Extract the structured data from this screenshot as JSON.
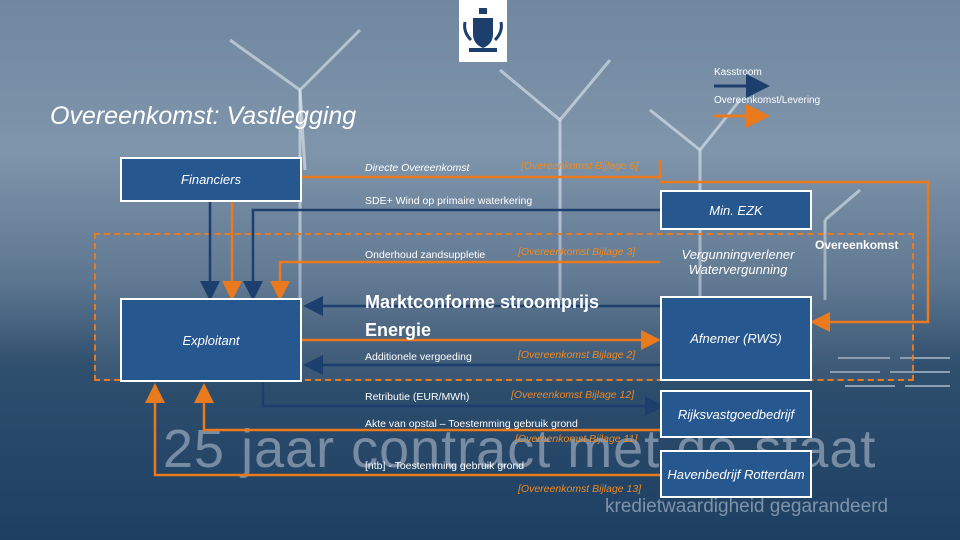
{
  "legend": {
    "kasstroom": "Kasstroom",
    "levering": "Overeenkomst/Levering",
    "kasstroom_color": "#1c3f6e",
    "levering_color": "#e97a1e"
  },
  "title": "Overeenkomst: Vastlegging",
  "watermark": {
    "line1": "25 jaar contract met de staat",
    "line2": "kredietwaardigheid gegarandeerd"
  },
  "nodes": {
    "financiers": "Financiers",
    "exploitant": "Exploitant",
    "min_ezk": "Min. EZK",
    "vergunningverlener": "Vergunningverlener Watervergunning",
    "afnemer": "Afnemer (RWS)",
    "rijksvastgoedbedrijf": "Rijksvastgoedbedrijf",
    "havenbedrijf": "Havenbedrijf Rotterdam",
    "overeenkomst_side": "Overeenkomst"
  },
  "flows": {
    "directe": "Directe Overeenkomst",
    "directe_ref": "[Overeenkomst Bijlage 6]",
    "sde": "SDE+ Wind op primaire waterkering",
    "onderhoud": "Onderhoud zandsuppletie",
    "onderhoud_ref": "[Overeenkomst Bijlage 3]",
    "marktconform_1": "Marktconforme stroomprijs",
    "marktconform_2": "Energie",
    "additionele": "Additionele vergoeding",
    "additionele_ref": "[Overeenkomst Bijlage 2]",
    "retributie": "Retributie (EUR/MWh)",
    "retributie_ref": "[Overeenkomst Bijlage 12]",
    "akte": "Akte van opstal – Toestemming gebruik grond",
    "akte_ref": "[Overeenkomst Bijlage 11]",
    "ntb": "[ntb] - Toestemming gebruik grond",
    "ntb_ref": "[Overeenkomst Bijlage 13]"
  }
}
